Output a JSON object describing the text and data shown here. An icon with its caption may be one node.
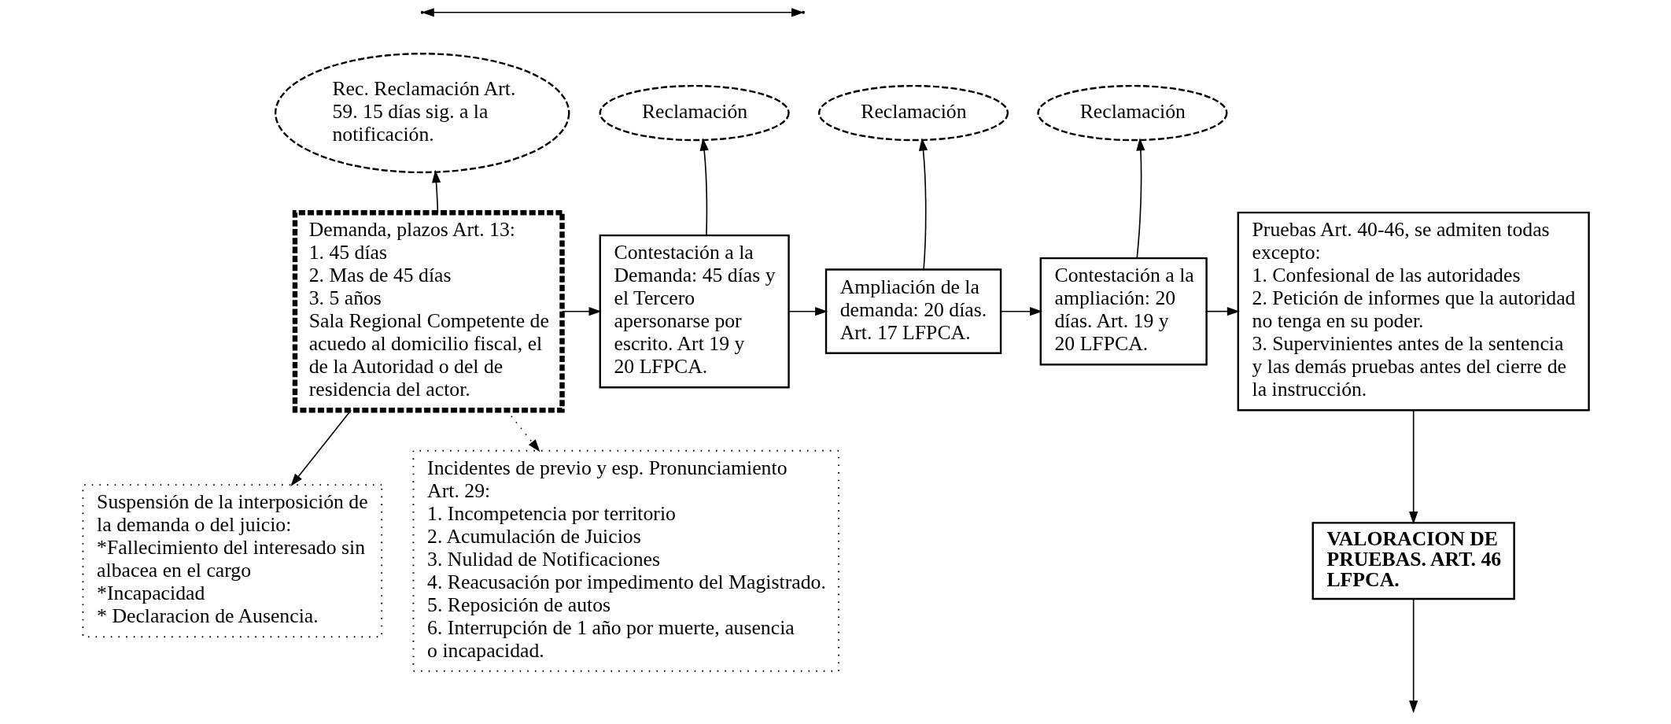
{
  "diagram": {
    "nodes": [
      {
        "text": [
          "Rec. Reclamación Art. 59. 15 días sig. a la notificación."
        ]
      },
      {
        "text": [
          "Demanda, plazos Art. 13:",
          "1. 45 días",
          "2. Mas de 45 días",
          "3. 5 años",
          "Sala Regional Competente de acuedo al domicilio fiscal, el de la Autoridad o del de residencia del actor."
        ]
      },
      {
        "text": [
          "Reclamación"
        ]
      },
      {
        "text": [
          "Contestación a la Demanda: 45 días y el Tercero apersonarse por escrito. Art 19 y 20 LFPCA."
        ]
      },
      {
        "text": [
          "Reclamación"
        ]
      },
      {
        "text": [
          "Ampliación de la demanda: 20 días. Art. 17 LFPCA."
        ]
      },
      {
        "text": [
          "Reclamación"
        ]
      },
      {
        "text": [
          "Contestación a la ampliación: 20 días. Art. 19 y 20 LFPCA."
        ]
      },
      {
        "text": [
          "Pruebas Art. 40-46, se admiten todas excepto:",
          "1. Confesional de las autoridades",
          "2. Petición de informes que la autoridad no tenga en su poder.",
          "3. Supervinientes antes de la sentencia y las demás pruebas antes del cierre de la instrucción."
        ]
      },
      {
        "text": [
          "Suspensión de la interposición de la demanda o del juicio:",
          "*Fallecimiento del interesado sin albacea en el cargo",
          "*Incapacidad",
          "* Declaracion de Ausencia."
        ]
      },
      {
        "text": [
          "Incidentes de previo y esp. Pronunciamiento Art. 29:",
          "1. Incompetencia por territorio",
          "2. Acumulación de Juicios",
          "3. Nulidad de Notificaciones",
          "4. Reacusación por impedimento del Magistrado.",
          "5. Reposición de autos",
          "6. Interrupción de 1 año por muerte, ausencia o incapacidad."
        ]
      },
      {
        "text": [
          "VALORACION DE PRUEBAS. ART. 46 LFPCA."
        ]
      }
    ],
    "edges": [
      {
        "from": 1,
        "to": 0,
        "arrow": "to"
      },
      {
        "from": 1,
        "to": 3,
        "arrow": "to"
      },
      {
        "from": 3,
        "to": 2,
        "arrow": "to"
      },
      {
        "from": 3,
        "to": 5,
        "arrow": "to"
      },
      {
        "from": 5,
        "to": 4,
        "arrow": "to"
      },
      {
        "from": 5,
        "to": 7,
        "arrow": "to"
      },
      {
        "from": 7,
        "to": 6,
        "arrow": "to"
      },
      {
        "from": 7,
        "to": 8,
        "arrow": "to"
      },
      {
        "from": 1,
        "to": 9,
        "arrow": "to"
      },
      {
        "from": 1,
        "to": 10,
        "arrow": "to",
        "style": "dashed"
      },
      {
        "from": 8,
        "to": 11,
        "arrow": "to"
      },
      {
        "from": 11,
        "to": null,
        "arrow": "to"
      }
    ]
  }
}
